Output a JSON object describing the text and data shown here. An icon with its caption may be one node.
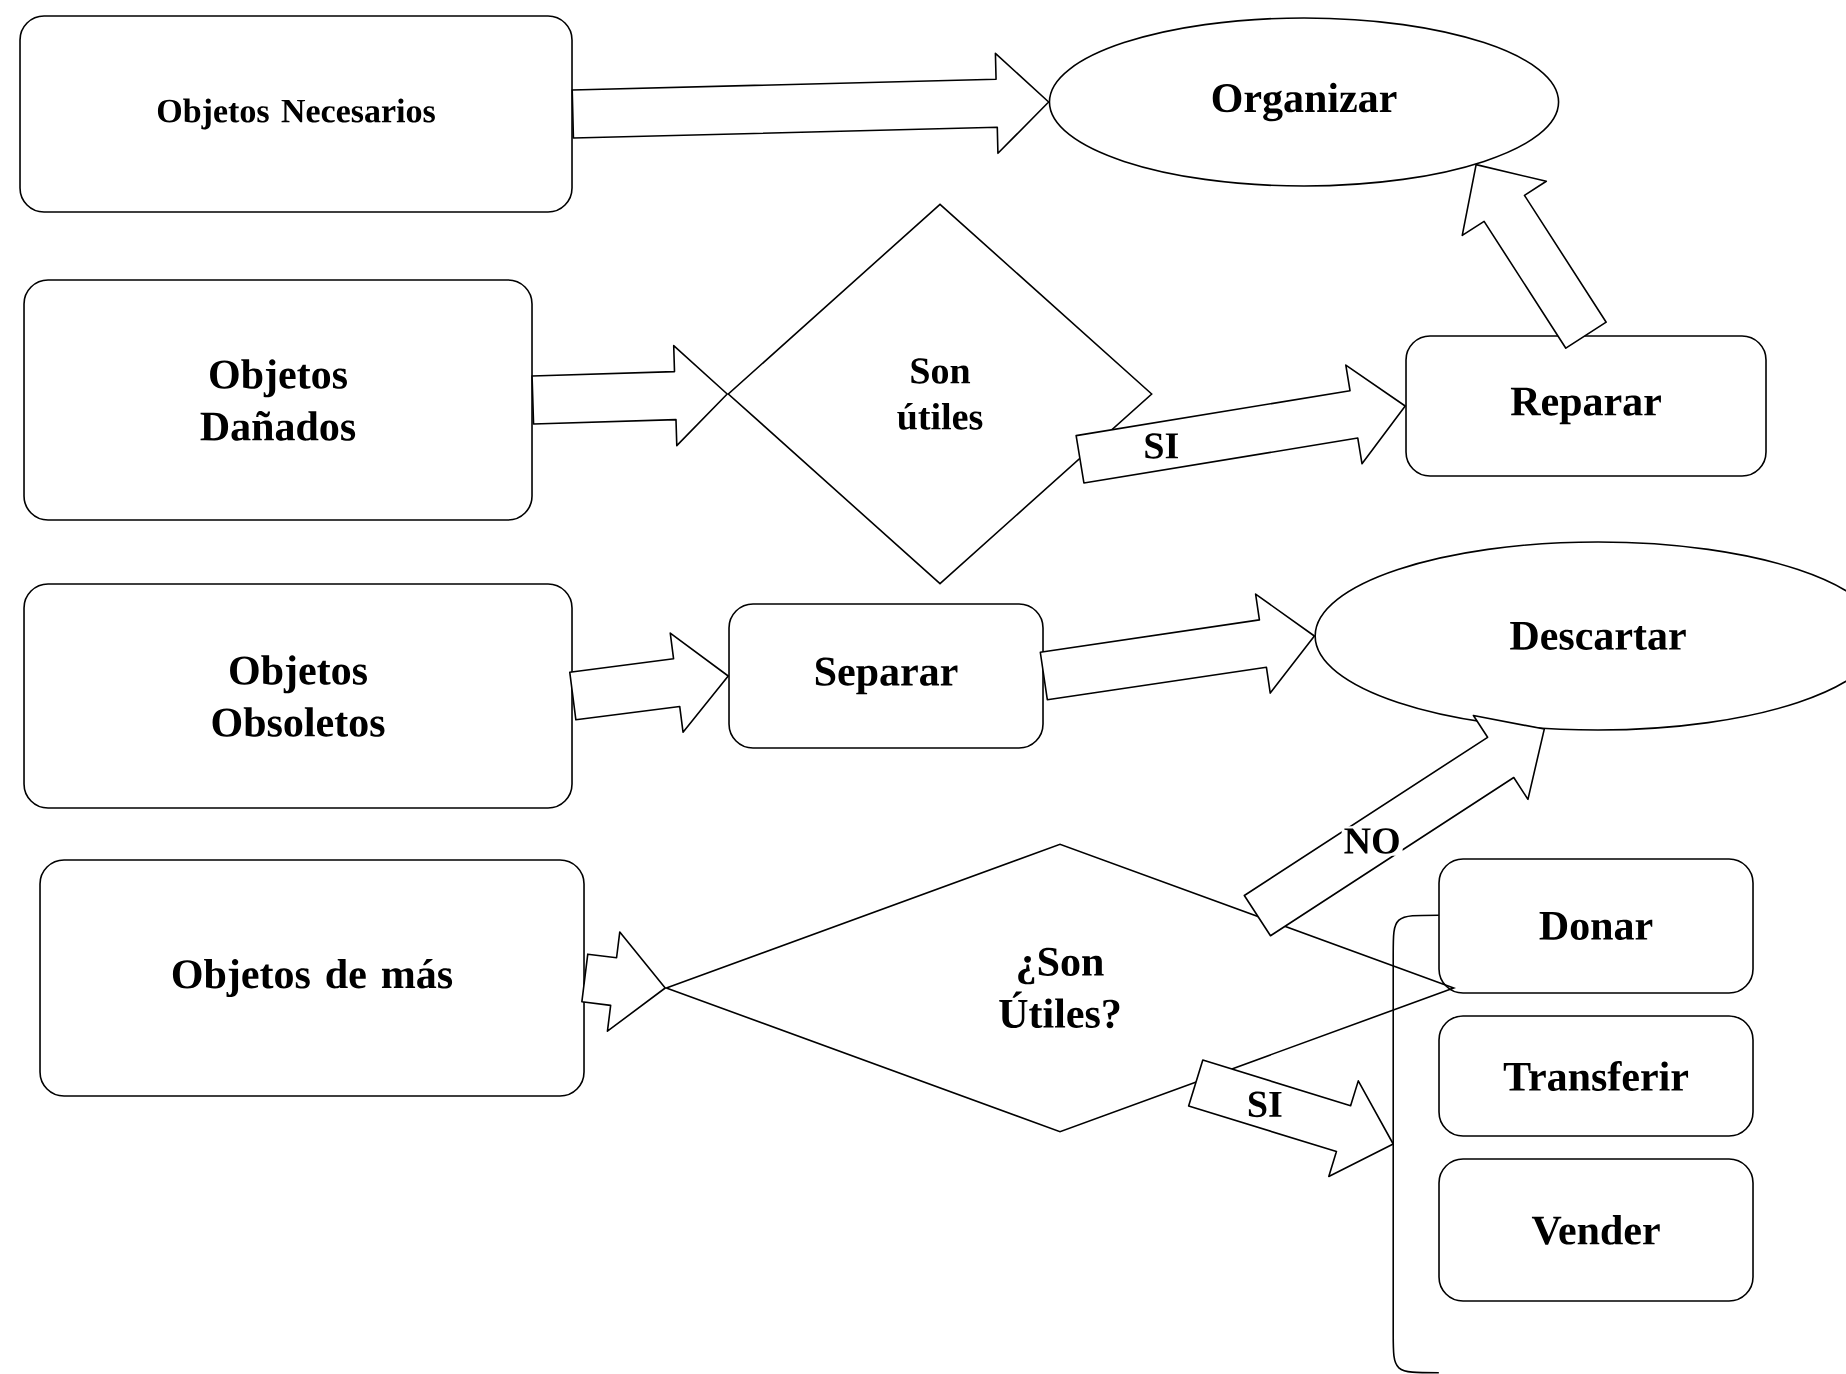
{
  "diagram": {
    "nodes": [
      {
        "text": [
          "Objetos Necesarios"
        ]
      },
      {
        "text": [
          "Organizar"
        ]
      },
      {
        "text": [
          "Objetos Dañados"
        ]
      },
      {
        "text": [
          "Son útiles"
        ]
      },
      {
        "text": [
          "Reparar"
        ]
      },
      {
        "text": [
          "Objetos Obsoletos"
        ]
      },
      {
        "text": [
          "Separar"
        ]
      },
      {
        "text": [
          "Descartar"
        ]
      },
      {
        "text": [
          "Objetos de más"
        ]
      },
      {
        "text": [
          "¿Son Útiles?"
        ]
      },
      {
        "text": [
          "Donar"
        ]
      },
      {
        "text": [
          "Transferir"
        ]
      },
      {
        "text": [
          "Vender"
        ]
      },
      {
        "text": [],
        "shape": "bracket"
      }
    ],
    "edges": [
      {
        "from": 0,
        "to": 1,
        "arrow": "to"
      },
      {
        "from": 2,
        "to": 3,
        "arrow": "to"
      },
      {
        "from": 3,
        "to": 4,
        "arrow": "to",
        "label": "SI"
      },
      {
        "from": 4,
        "to": 1,
        "arrow": "to"
      },
      {
        "from": 5,
        "to": 6,
        "arrow": "to"
      },
      {
        "from": 6,
        "to": 7,
        "arrow": "to"
      },
      {
        "from": 9,
        "to": 7,
        "arrow": "to",
        "label": "NO"
      },
      {
        "from": 8,
        "to": 9,
        "arrow": "to"
      },
      {
        "from": 9,
        "to": 13,
        "arrow": "to",
        "label": "SI"
      }
    ]
  }
}
